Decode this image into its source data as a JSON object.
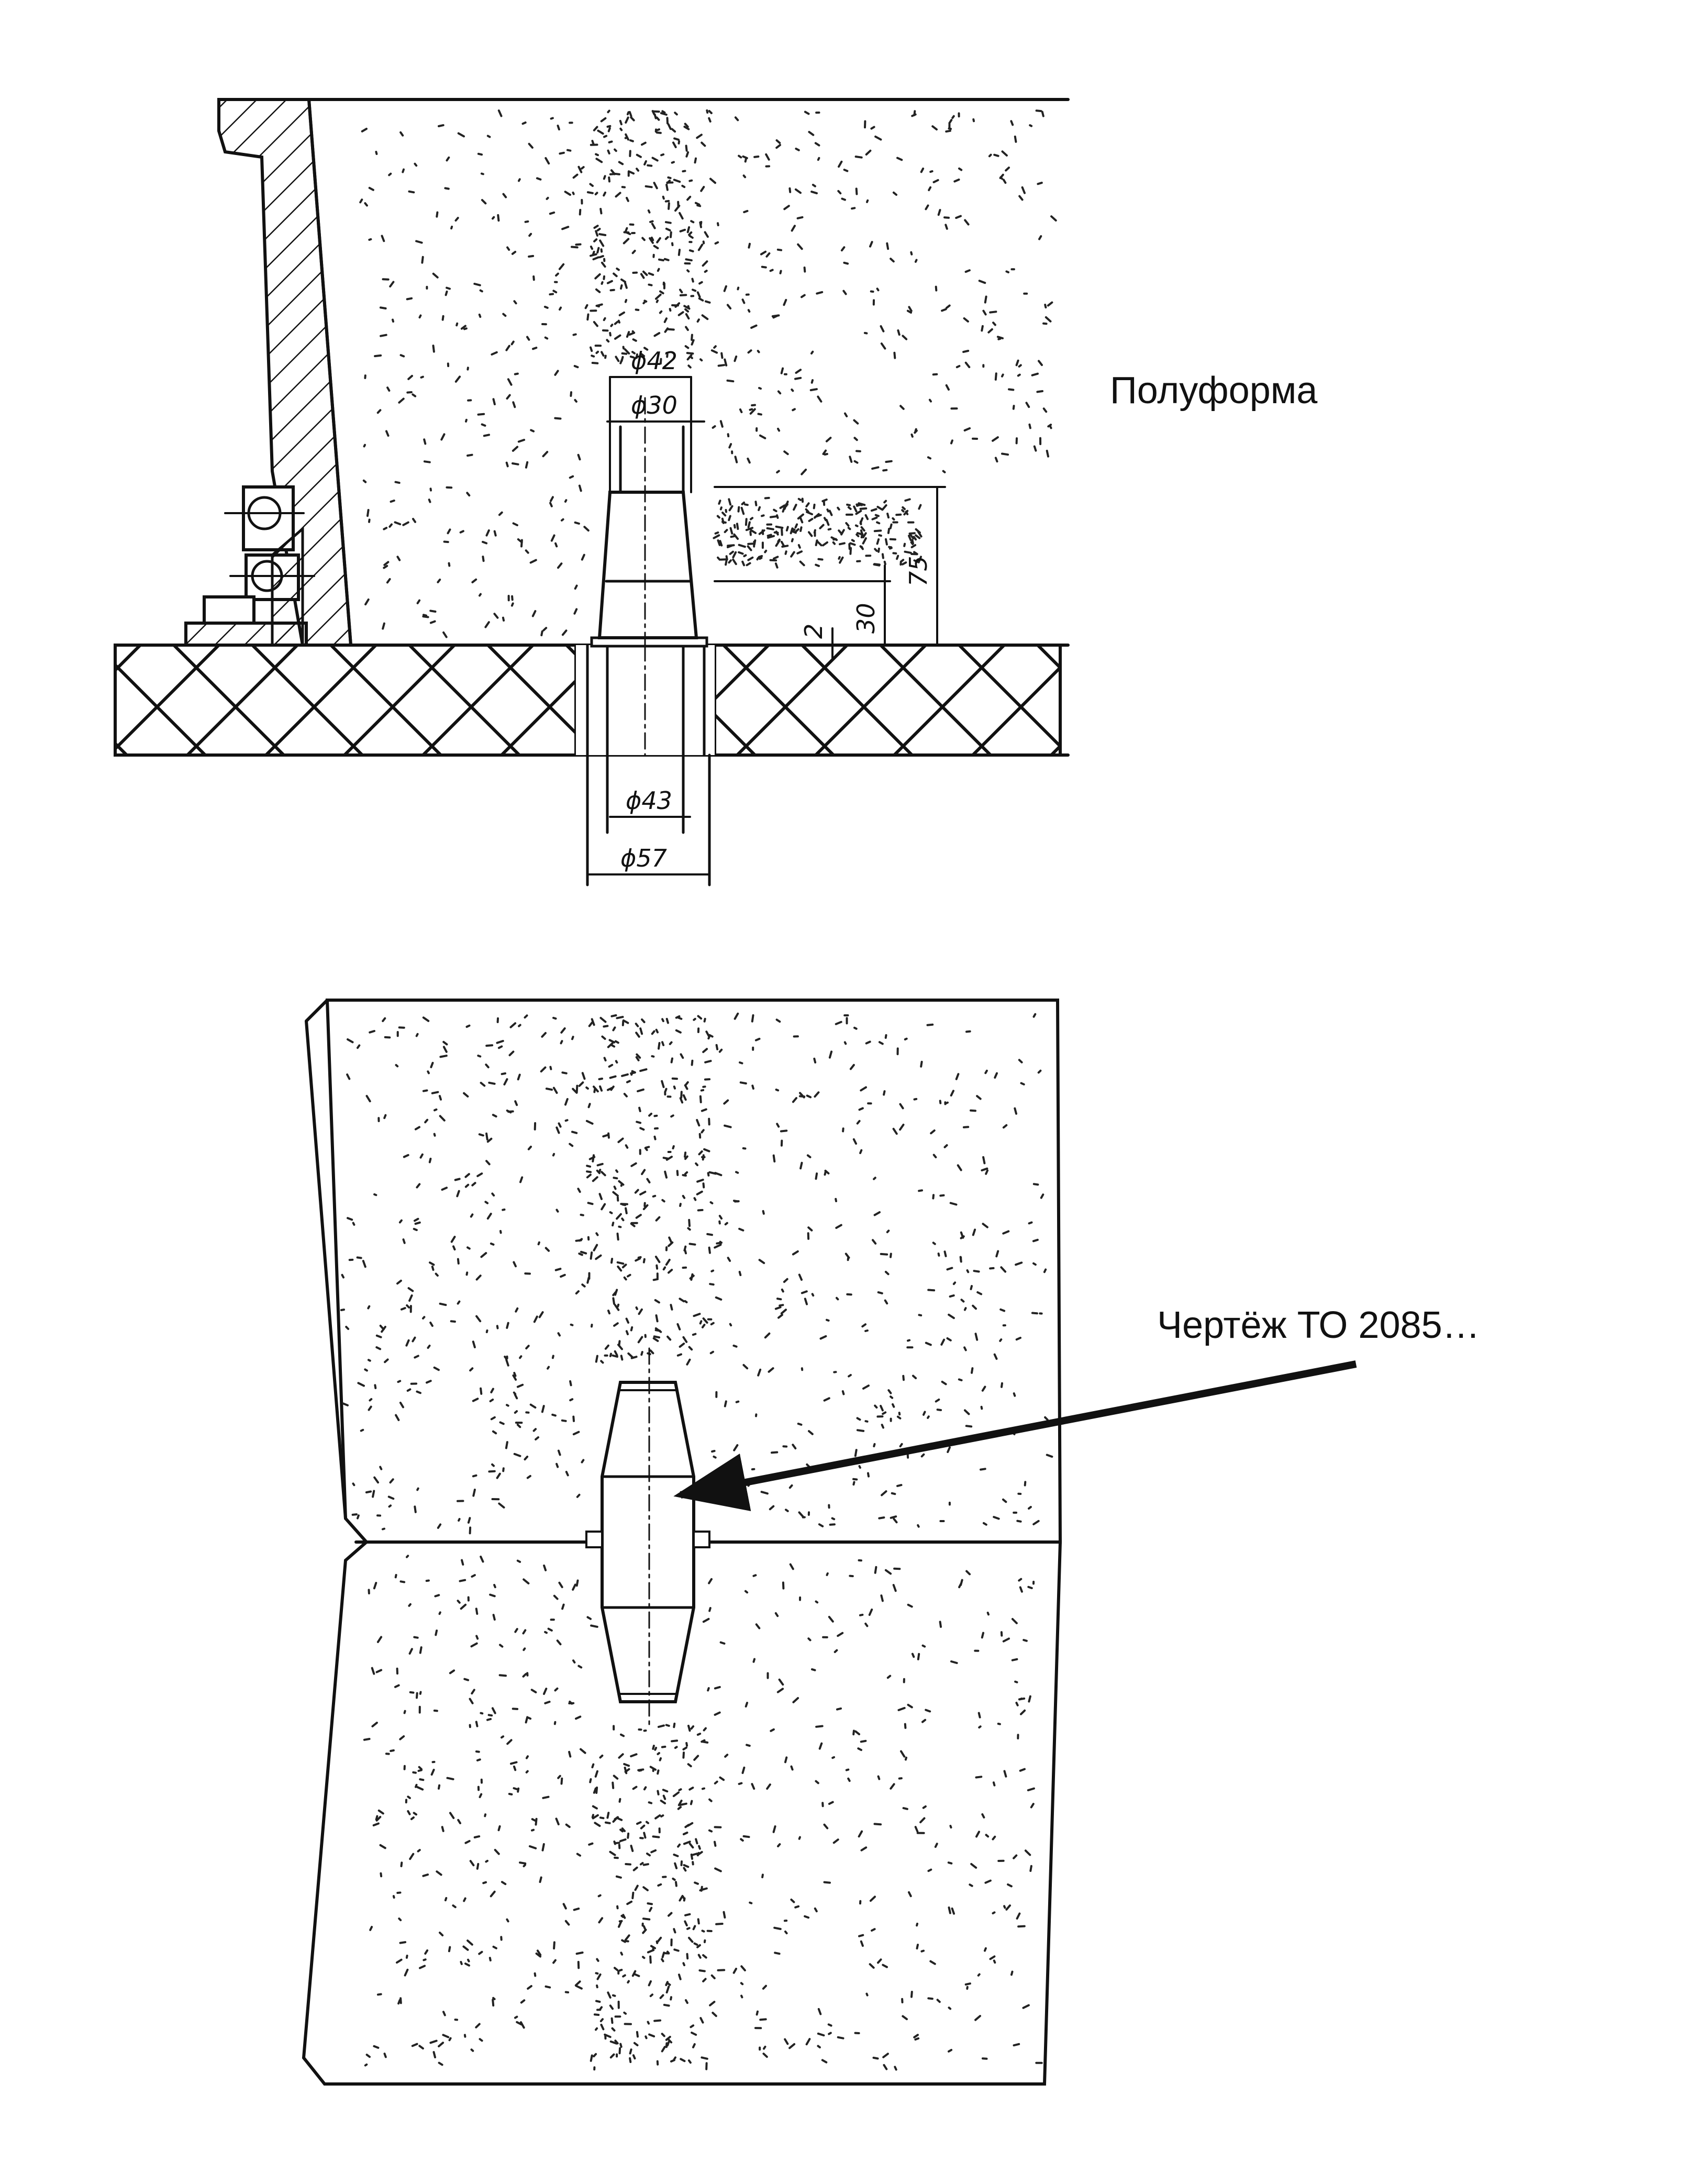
{
  "labels": {
    "top_caption": "Полуформа",
    "bottom_caption": "Чертёж ТО 2085…"
  },
  "dimensions": {
    "d42": "ϕ42",
    "d30": "ϕ30",
    "d43": "ϕ43",
    "d57": "ϕ57",
    "h75": "75",
    "h30": "30",
    "h2": "2"
  }
}
